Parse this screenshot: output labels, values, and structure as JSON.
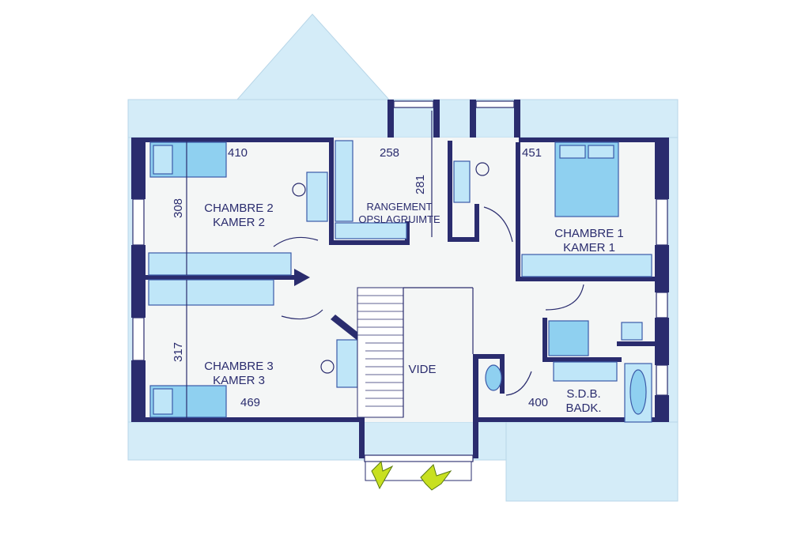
{
  "rooms": {
    "chambre2": {
      "fr": "CHAMBRE 2",
      "nl": "KAMER 2"
    },
    "chambre3": {
      "fr": "CHAMBRE 3",
      "nl": "KAMER 3"
    },
    "chambre1": {
      "fr": "CHAMBRE 1",
      "nl": "KAMER 1"
    },
    "rangement": {
      "fr": "RANGEMENT",
      "nl": "OPSLAGRUIMTE"
    },
    "vide": "VIDE",
    "sdb": {
      "fr": "S.D.B.",
      "nl": "BADK."
    }
  },
  "dimensions": {
    "d410": "410",
    "d258": "258",
    "d451": "451",
    "d308": "308",
    "d281": "281",
    "d317": "317",
    "d469": "469",
    "d400": "400"
  },
  "colors": {
    "wall": "#2a2c6e",
    "sky": "#d4ecf8",
    "furniture": "#8fd0f0",
    "plant": "#c8e020"
  }
}
